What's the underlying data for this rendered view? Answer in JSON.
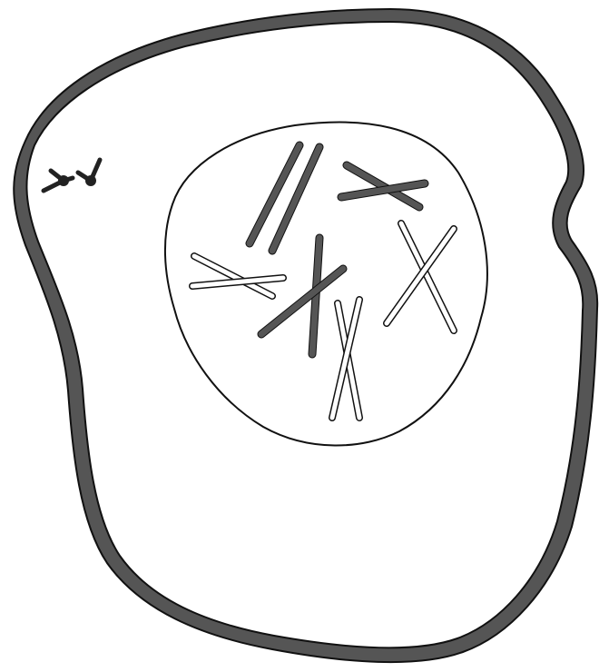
{
  "diagram": {
    "subject": "cell",
    "parts": [
      {
        "name": "cell-membrane",
        "shape": "thick dark outline"
      },
      {
        "name": "centrosome-pair",
        "count": 2
      },
      {
        "name": "nucleus",
        "shape": "thin outline"
      },
      {
        "name": "chromosome-pairs",
        "count": 6
      }
    ]
  },
  "colors": {
    "membrane_fill": "#555555",
    "outline": "#111111",
    "dark_chromosome": "#555555",
    "light_chromosome": "#ffffff",
    "background": "#ffffff"
  },
  "chromosomes": [
    {
      "id": "dark-1",
      "tone": "dark",
      "arms": 2
    },
    {
      "id": "dark-2",
      "tone": "dark",
      "arms": 2
    },
    {
      "id": "dark-3",
      "tone": "dark",
      "arms": 2
    },
    {
      "id": "light-1",
      "tone": "light",
      "arms": 2
    },
    {
      "id": "light-2",
      "tone": "light",
      "arms": 2
    },
    {
      "id": "light-3",
      "tone": "light",
      "arms": 2
    }
  ]
}
